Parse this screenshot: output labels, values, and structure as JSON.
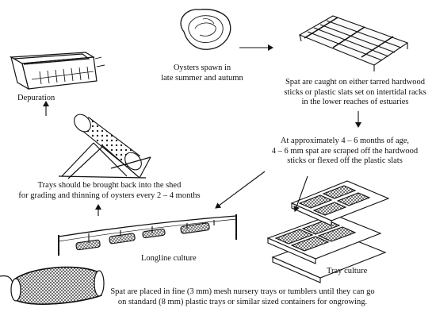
{
  "labels": {
    "spawn": [
      "Oysters spawn in",
      "late summer and autumn"
    ],
    "catch": [
      "Spat are caught on either tarred hardwood",
      "sticks or plastic slats set on intertidal racks",
      "in the lower reaches of estuaries"
    ],
    "scrape": [
      "At approximately 4 – 6 months of age,",
      "4 – 6 mm spat are scraped off the hardwood",
      "sticks or flexed off the plastic slats"
    ],
    "tray_culture": "Tray culture",
    "longline_culture": "Longline culture",
    "nursery": [
      "Spat are placed in fine (3 mm) mesh nursery trays or tumblers  until they can go",
      "on standard (8 mm) plastic trays  or similar sized containers for ongrowing."
    ],
    "grading": [
      "Trays should be brought back into the shed",
      "for grading and thinning of oysters every 2 – 4 months"
    ],
    "depuration": "Depuration"
  },
  "colors": {
    "ink": "#111111",
    "background": "#ffffff"
  }
}
